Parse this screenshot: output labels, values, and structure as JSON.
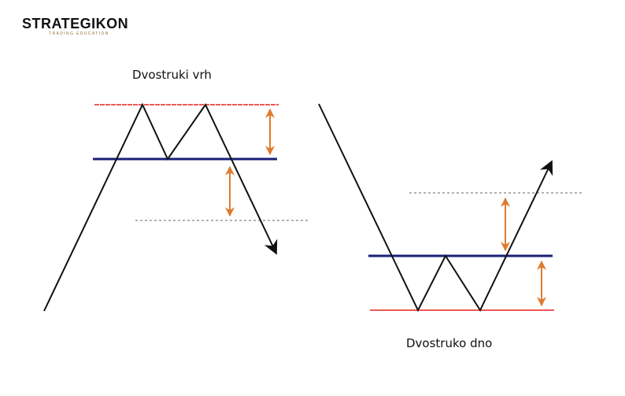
{
  "logo": {
    "name": "STRATEGIKON",
    "tagline": "TRADING EDUCATION"
  },
  "patterns": {
    "double_top": {
      "label": "Dvostruki vrh"
    },
    "double_bottom": {
      "label": "Dvostruko dno"
    }
  },
  "colors": {
    "price_line": "#111111",
    "neckline": "#1a1f7a",
    "extreme_line": "#e8231f",
    "target_line": "#666666",
    "measure_arrow": "#e07a2c"
  }
}
